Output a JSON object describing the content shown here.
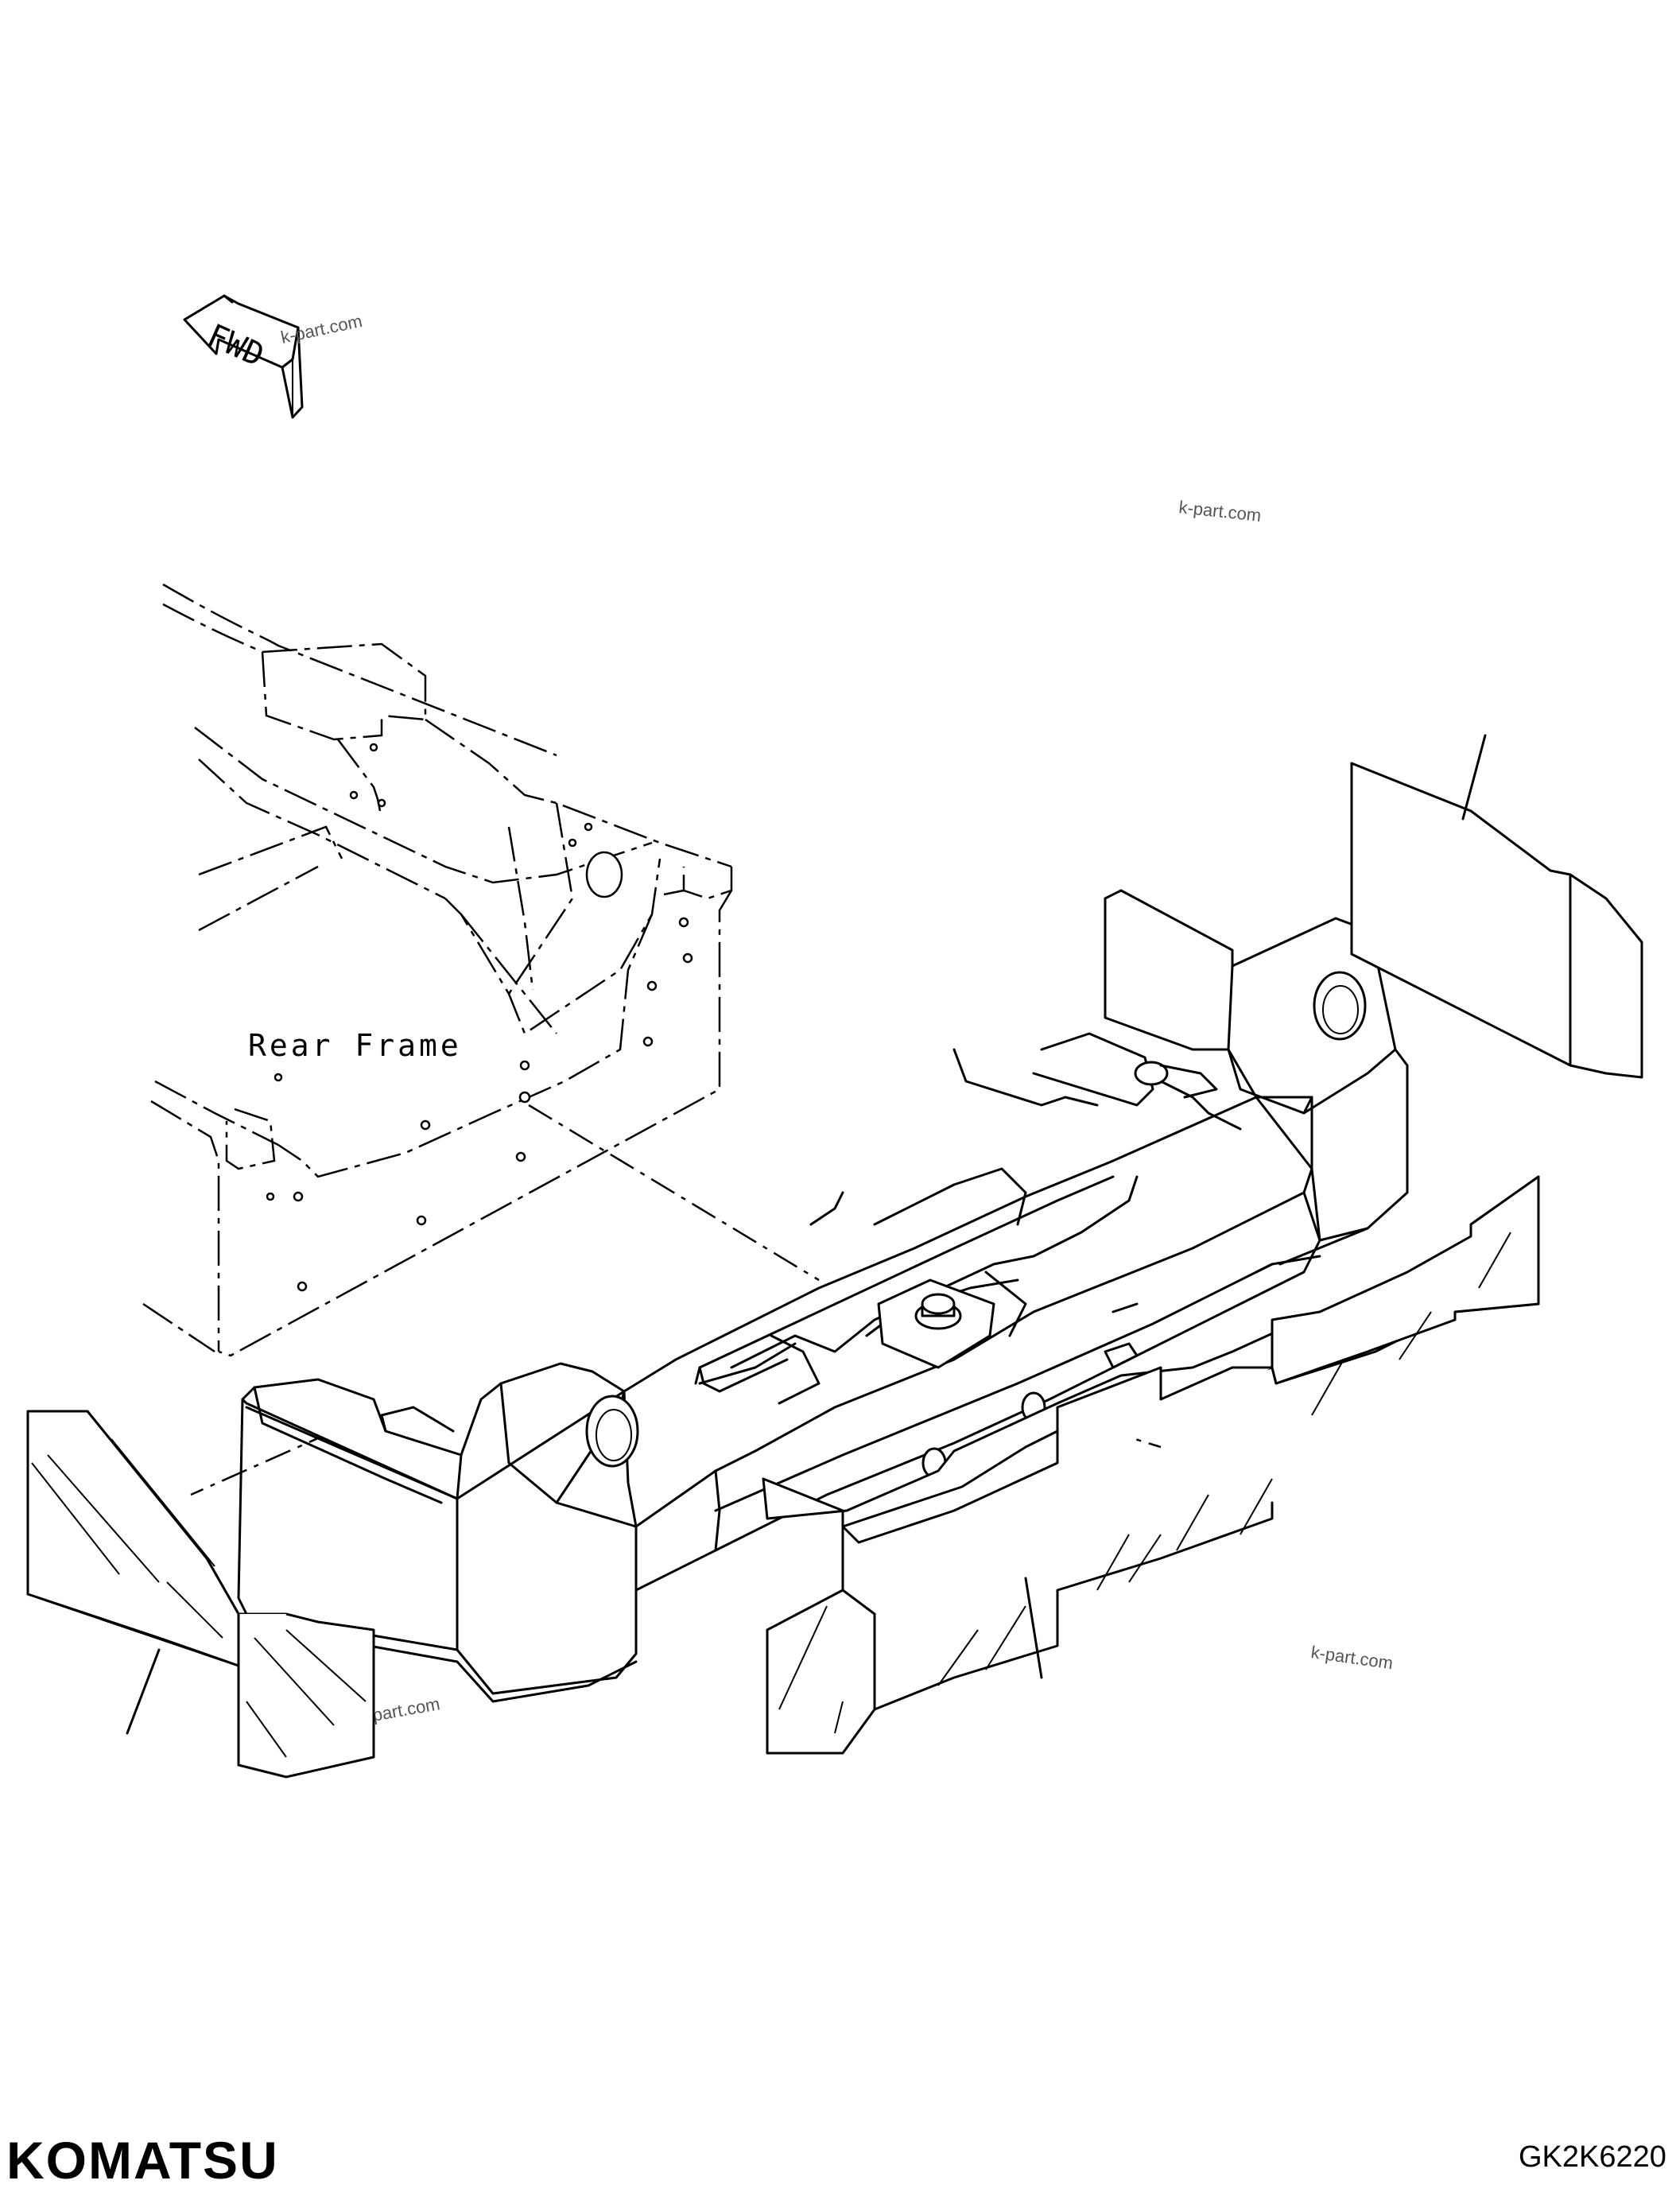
{
  "diagram": {
    "fwd_label": "FWD",
    "part_label": "Rear Frame",
    "watermark": "k-part.com",
    "brand": "KOMATSU",
    "drawing_code": "GK2K6220"
  }
}
